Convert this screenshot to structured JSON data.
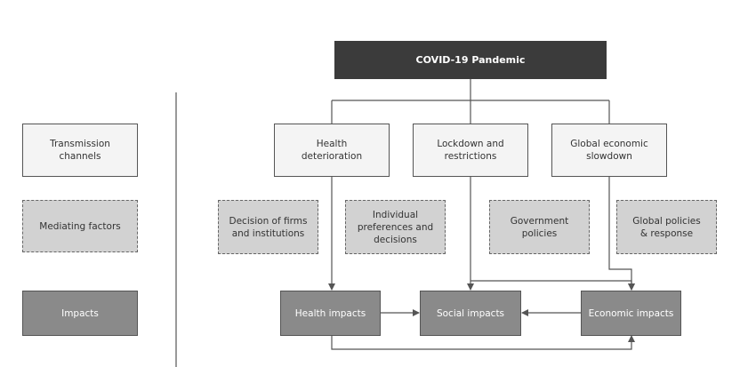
{
  "legend": {
    "transmission": "Transmission\nchannels",
    "mediating": "Mediating factors",
    "impacts": "Impacts"
  },
  "title": "COVID-19 Pandemic",
  "channels": {
    "health": "Health\ndeterioration",
    "lockdown": "Lockdown and\nrestrictions",
    "global": "Global economic\nslowdown"
  },
  "mediators": {
    "firms": "Decision of firms\nand institutions",
    "individual": "Individual\npreferences and\ndecisions",
    "government": "Government\npolicies",
    "global_policies": "Global policies\n& response"
  },
  "impacts": {
    "health": "Health impacts",
    "social": "Social impacts",
    "economic": "Economic impacts"
  },
  "colors": {
    "title_fill": "#3b3b3b",
    "transmission_fill": "#f4f4f4",
    "mediating_fill": "#d2d2d2",
    "impact_fill": "#8a8a8a",
    "connector": "#555555"
  }
}
